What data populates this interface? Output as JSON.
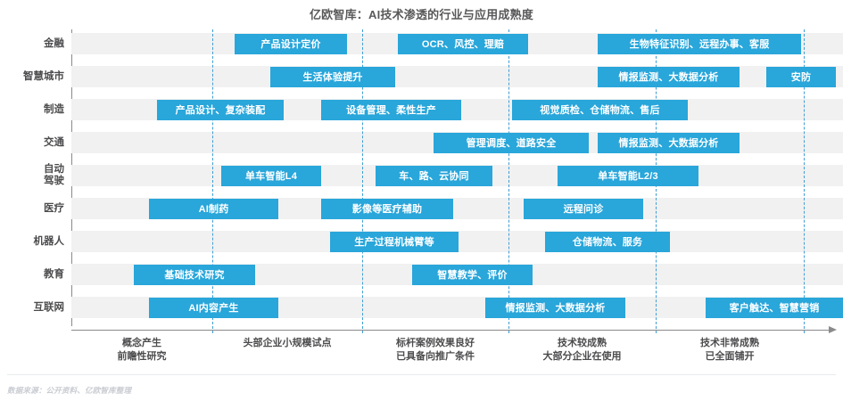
{
  "title": "亿欧智库：AI技术渗透的行业与应用成熟度",
  "source_note": "数据来源：公开资料、亿欧智库整理",
  "chart_data": {
    "type": "bar",
    "title": "亿欧智库：AI技术渗透的行业与应用成熟度",
    "xlabel": "",
    "ylabel": "",
    "grid": "vertical-dashed",
    "legend": "none",
    "x_stage_labels": [
      "概念产生\n前瞻性研究",
      "头部企业小规模试点",
      "标杆案例效果良好\n已具备向推广条件",
      "技术较成熟\n大部分企业在使用",
      "技术非常成熟\n已全面铺开"
    ],
    "x_stages": [
      {
        "line1": "概念产生",
        "line2": "前瞻性研究"
      },
      {
        "line1": "头部企业小规模试点",
        "line2": ""
      },
      {
        "line1": "标杆案例效果良好",
        "line2": "已具备向推广条件"
      },
      {
        "line1": "技术较成熟",
        "line2": "大部分企业在使用"
      },
      {
        "line1": "技术非常成熟",
        "line2": "已全面铺开"
      }
    ],
    "categories": [
      "金融",
      "智慧城市",
      "制造",
      "交通",
      "自动驾驶",
      "医疗",
      "机器人",
      "教育",
      "互联网"
    ],
    "rows": [
      {
        "category": "金融",
        "label_lines": [
          "金融"
        ],
        "items": [
          {
            "text": "产品设计定价",
            "start": 183,
            "end": 309
          },
          {
            "text": "OCR、风控、理赔",
            "start": 366,
            "end": 512
          },
          {
            "text": "生物特征识别、远程办事、客服",
            "start": 590,
            "end": 818
          }
        ]
      },
      {
        "category": "智慧城市",
        "label_lines": [
          "智慧城市"
        ],
        "items": [
          {
            "text": "生活体验提升",
            "start": 223,
            "end": 363
          },
          {
            "text": "情报监测、大数据分析",
            "start": 590,
            "end": 749
          },
          {
            "text": "安防",
            "start": 779,
            "end": 857
          }
        ]
      },
      {
        "category": "制造",
        "label_lines": [
          "制造"
        ],
        "items": [
          {
            "text": "产品设计、复杂装配",
            "start": 96,
            "end": 238
          },
          {
            "text": "设备管理、柔性生产",
            "start": 280,
            "end": 437
          },
          {
            "text": "视觉质检、仓储物流、售后",
            "start": 494,
            "end": 691
          }
        ]
      },
      {
        "category": "交通",
        "label_lines": [
          "交通"
        ],
        "items": [
          {
            "text": "管理调度、道路安全",
            "start": 406,
            "end": 580
          },
          {
            "text": "情报监测、大数据分析",
            "start": 590,
            "end": 749
          }
        ]
      },
      {
        "category": "自动驾驶",
        "label_lines": [
          "自动",
          "驾驶"
        ],
        "items": [
          {
            "text": "单车智能L4",
            "start": 168,
            "end": 280
          },
          {
            "text": "车、路、云协同",
            "start": 341,
            "end": 472
          },
          {
            "text": "单车智能L2/3",
            "start": 545,
            "end": 703
          }
        ]
      },
      {
        "category": "医疗",
        "label_lines": [
          "医疗"
        ],
        "items": [
          {
            "text": "AI制药",
            "start": 87,
            "end": 232
          },
          {
            "text": "影像等医疗辅助",
            "start": 280,
            "end": 428
          },
          {
            "text": "远程问诊",
            "start": 507,
            "end": 641
          }
        ]
      },
      {
        "category": "机器人",
        "label_lines": [
          "机器人"
        ],
        "items": [
          {
            "text": "生产过程机械臂等",
            "start": 290,
            "end": 434
          },
          {
            "text": "仓储物流、服务",
            "start": 531,
            "end": 671
          }
        ]
      },
      {
        "category": "教育",
        "label_lines": [
          "教育"
        ],
        "items": [
          {
            "text": "基础技术研究",
            "start": 70,
            "end": 206
          },
          {
            "text": "智慧教学、评价",
            "start": 382,
            "end": 517
          }
        ]
      },
      {
        "category": "互联网",
        "label_lines": [
          "互联网"
        ],
        "items": [
          {
            "text": "AI内容产生",
            "start": 87,
            "end": 232
          },
          {
            "text": "情报监测、大数据分析",
            "start": 464,
            "end": 621
          },
          {
            "text": "客户触达、智慧营销",
            "start": 711,
            "end": 865
          }
        ]
      }
    ],
    "gridline_x": [
      158,
      326,
      490,
      655,
      821
    ],
    "colors": {
      "bar": "#29a6da",
      "band": "#f1f1f1",
      "gridline": "#3f9ed4",
      "axis": "#8a8a8c",
      "title_text": "#59595b",
      "label_text": "#4c4c4e",
      "bar_text": "#ffffff",
      "source_text": "#c9ccd2"
    }
  }
}
